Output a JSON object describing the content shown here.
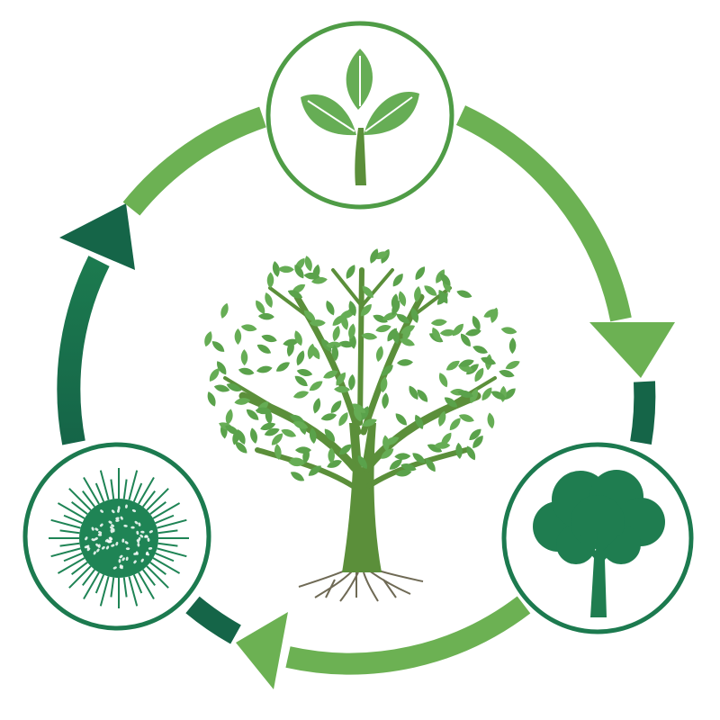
{
  "colors": {
    "background": "#ffffff",
    "light_green": "#6cb153",
    "mid_green": "#4f9c46",
    "dark_green": "#1c7a4f",
    "deep_green": "#156548",
    "ring_stroke": "#2f8a55",
    "tree_trunk": "#5b8f3a",
    "tree_leaf": "#66ad55",
    "roots": "#6f6a55",
    "seed_dots": "#ffffff"
  },
  "stages": [
    {
      "id": "seedling",
      "icon": "seedling-icon"
    },
    {
      "id": "mature-tree",
      "icon": "tree-silhouette-icon"
    },
    {
      "id": "seed",
      "icon": "seed-burst-icon"
    }
  ],
  "center": {
    "icon": "rooted-tree-icon"
  },
  "cycle_arrows": [
    {
      "from": "seedling",
      "to": "mature-tree",
      "icon": "arrow-clockwise-icon"
    },
    {
      "from": "mature-tree",
      "to": "seed",
      "icon": "arrow-clockwise-icon"
    },
    {
      "from": "seed",
      "to": "seedling",
      "icon": "arrow-clockwise-icon"
    }
  ]
}
